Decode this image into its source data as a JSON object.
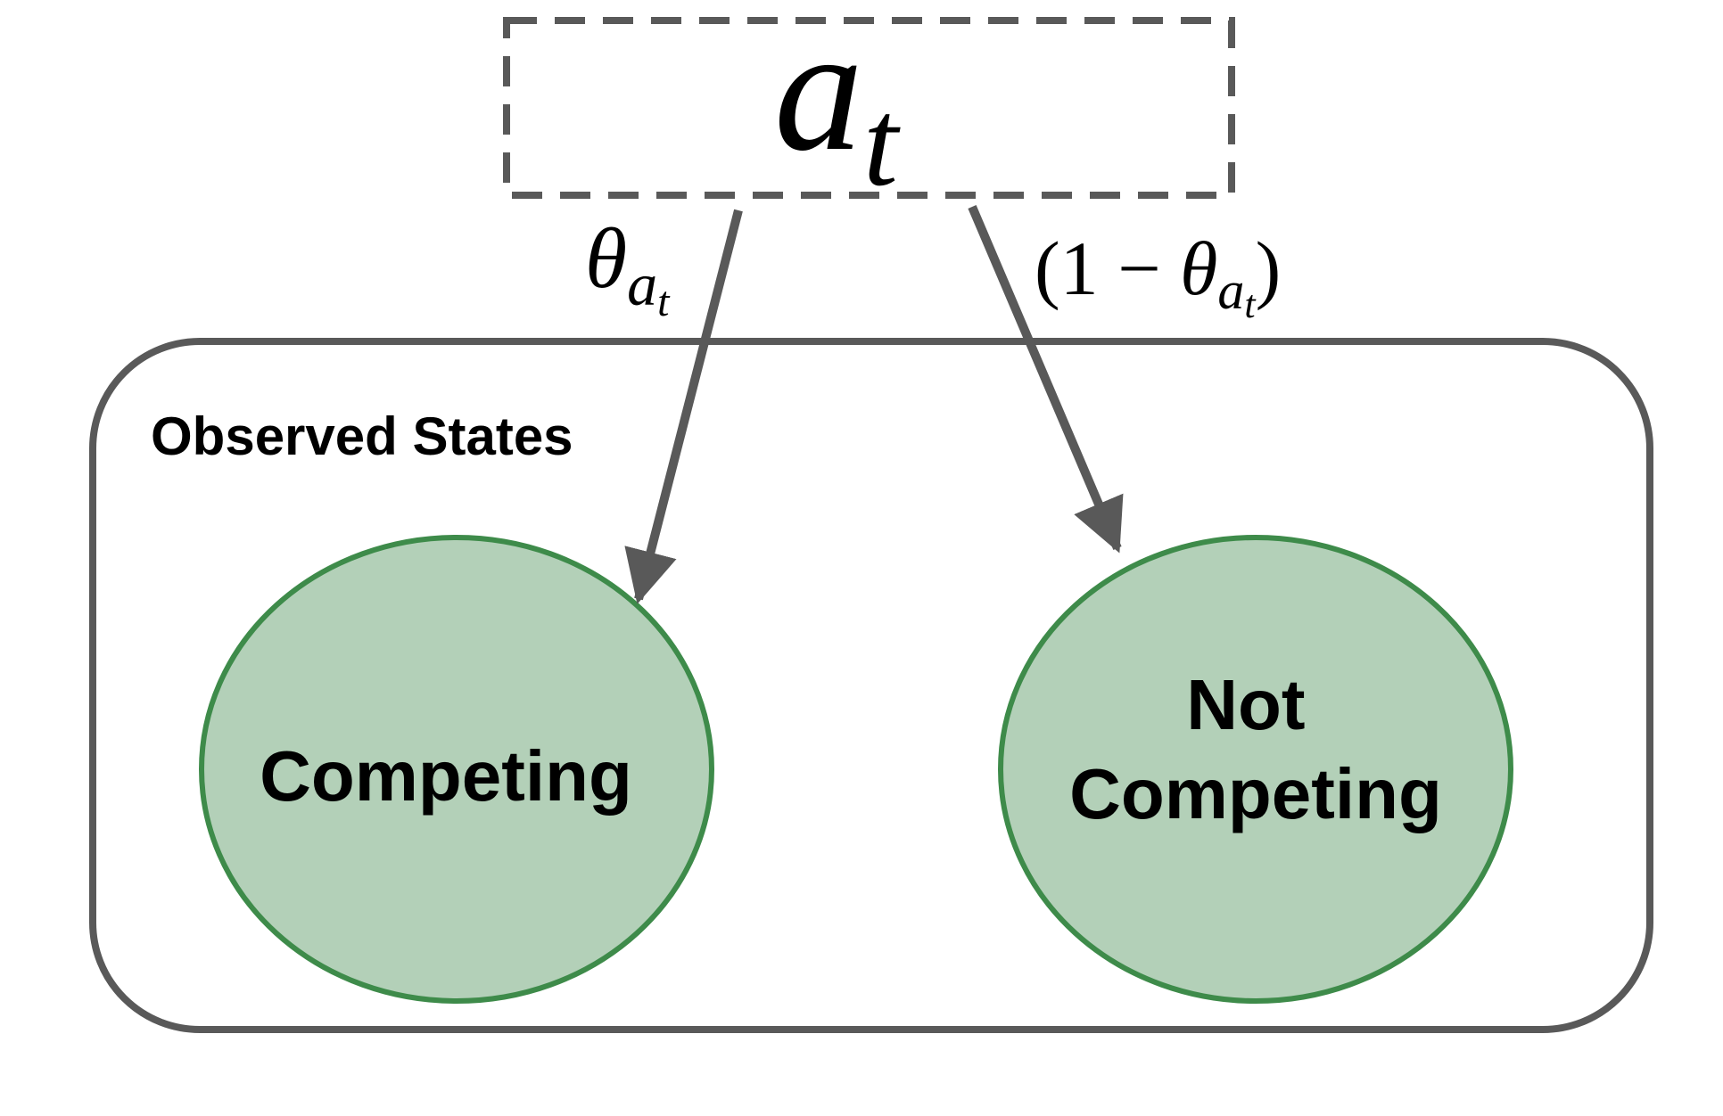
{
  "latent": {
    "base": "a",
    "subscript": "t"
  },
  "edges": {
    "left_label": {
      "theta": "θ",
      "sub_base": "a",
      "sub_sub": "t"
    },
    "right_label": {
      "open": "(1 − ",
      "theta": "θ",
      "sub_base": "a",
      "sub_sub": "t",
      "close": ")"
    }
  },
  "group": {
    "title": "Observed States"
  },
  "states": [
    {
      "lines": [
        "Competing"
      ]
    },
    {
      "lines": [
        "Not",
        "Competing"
      ]
    }
  ],
  "colors": {
    "stroke": "#595959",
    "node_fill": "#b3d0b8",
    "node_border": "#3e8b4a",
    "text": "#000000"
  }
}
